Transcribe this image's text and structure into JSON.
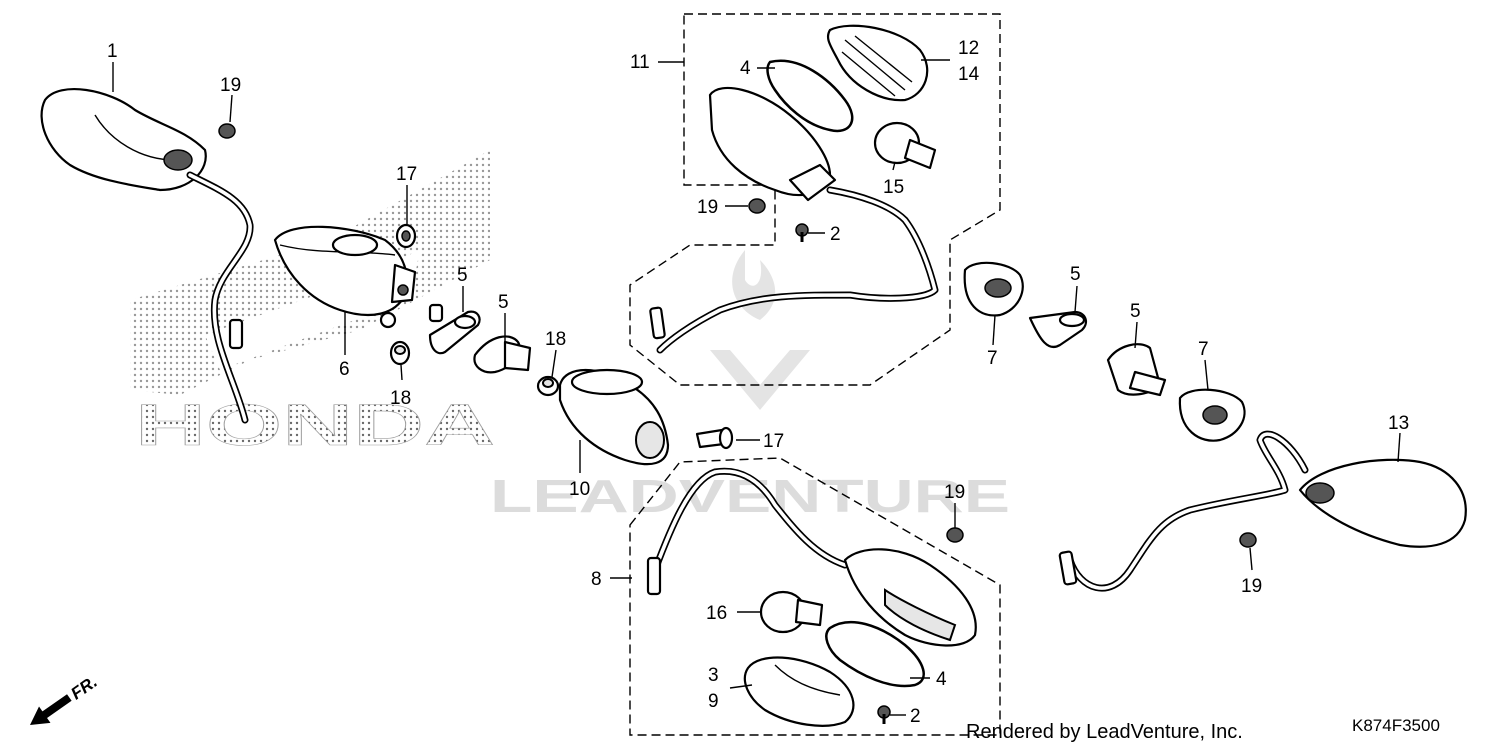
{
  "diagram": {
    "callouts": {
      "c1": "1",
      "c2a": "2",
      "c2b": "2",
      "c3": "3",
      "c4a": "4",
      "c4b": "4",
      "c5a": "5",
      "c5b": "5",
      "c5c": "5",
      "c5d": "5",
      "c6": "6",
      "c7a": "7",
      "c7b": "7",
      "c8": "8",
      "c9": "9",
      "c10": "10",
      "c11": "11",
      "c12": "12",
      "c13": "13",
      "c14": "14",
      "c15": "15",
      "c16": "16",
      "c17a": "17",
      "c17b": "17",
      "c18a": "18",
      "c18b": "18",
      "c19a": "19",
      "c19b": "19",
      "c19c": "19",
      "c19d": "19"
    },
    "front_marker": "FR.",
    "watermark_text": "LEADVENTURE",
    "honda_logo_text": "HONDA",
    "footer_credit": "Rendered by LeadVenture, Inc.",
    "diagram_code": "K874F3500"
  }
}
